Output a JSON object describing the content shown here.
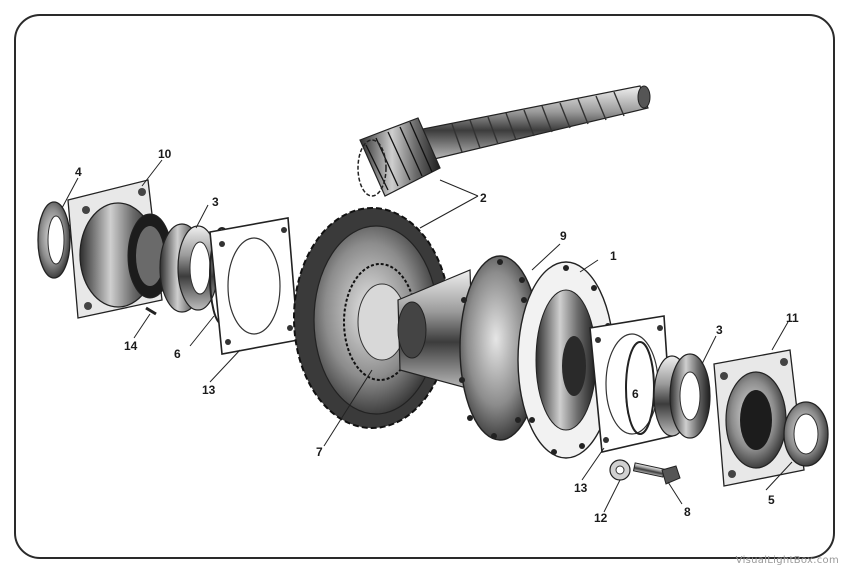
{
  "diagram": {
    "callouts": {
      "c1": "1",
      "c2": "2",
      "c3a": "3",
      "c3b": "3",
      "c4": "4",
      "c5": "5",
      "c6a": "6",
      "c6b": "6",
      "c7": "7",
      "c8": "8",
      "c9": "9",
      "c10": "10",
      "c11": "11",
      "c12": "12",
      "c13a": "13",
      "c13b": "13",
      "c14": "14"
    }
  },
  "watermark": "VisualLightBox.com",
  "colors": {
    "ink": "#1a1a1a",
    "metal_dark": "#3a3a3a",
    "metal_mid": "#8a8a8a",
    "metal_light": "#d8d8d8",
    "background": "#ffffff"
  }
}
